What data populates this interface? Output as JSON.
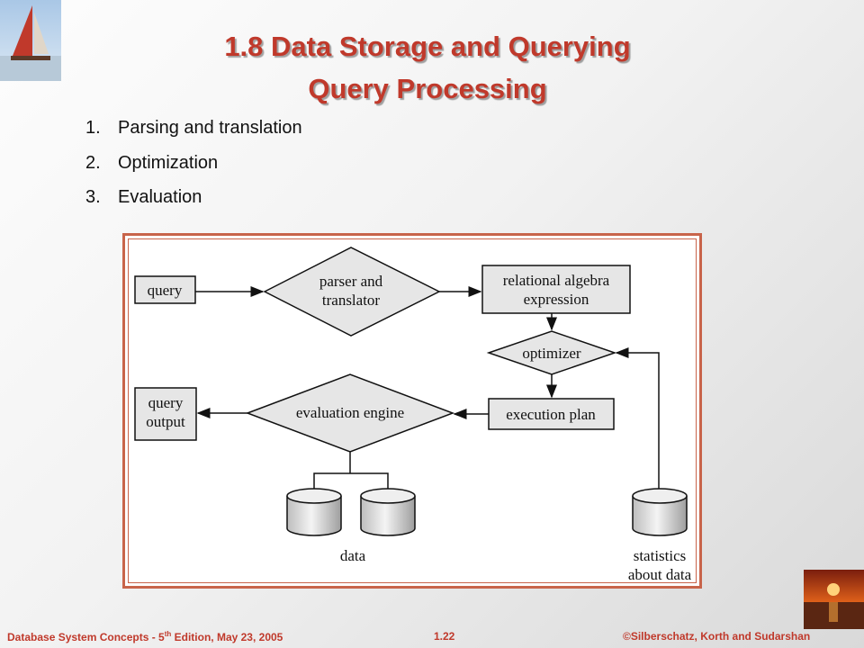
{
  "title": {
    "line1": "1.8 Data Storage and Querying",
    "line2": "Query Processing"
  },
  "steps": [
    {
      "num": "1.",
      "text": "Parsing and translation"
    },
    {
      "num": "2.",
      "text": "Optimization"
    },
    {
      "num": "3.",
      "text": "Evaluation"
    }
  ],
  "diagram": {
    "query": "query",
    "parser_line1": "parser and",
    "parser_line2": "translator",
    "relalg_line1": "relational algebra",
    "relalg_line2": "expression",
    "optimizer": "optimizer",
    "execution_plan": "execution plan",
    "evaluation_engine": "evaluation engine",
    "output_line1": "query",
    "output_line2": "output",
    "data": "data",
    "stats_line1": "statistics",
    "stats_line2": "about data"
  },
  "footer": {
    "left_pre": "Database  System Concepts - 5",
    "left_sup": "th",
    "left_post": " Edition, May 23,  2005",
    "page": "1.22",
    "right": "©Silberschatz, Korth and Sudarshan"
  },
  "colors": {
    "title": "#c0392b",
    "frame": "#c8644a",
    "box_fill": "#e6e6e6"
  }
}
